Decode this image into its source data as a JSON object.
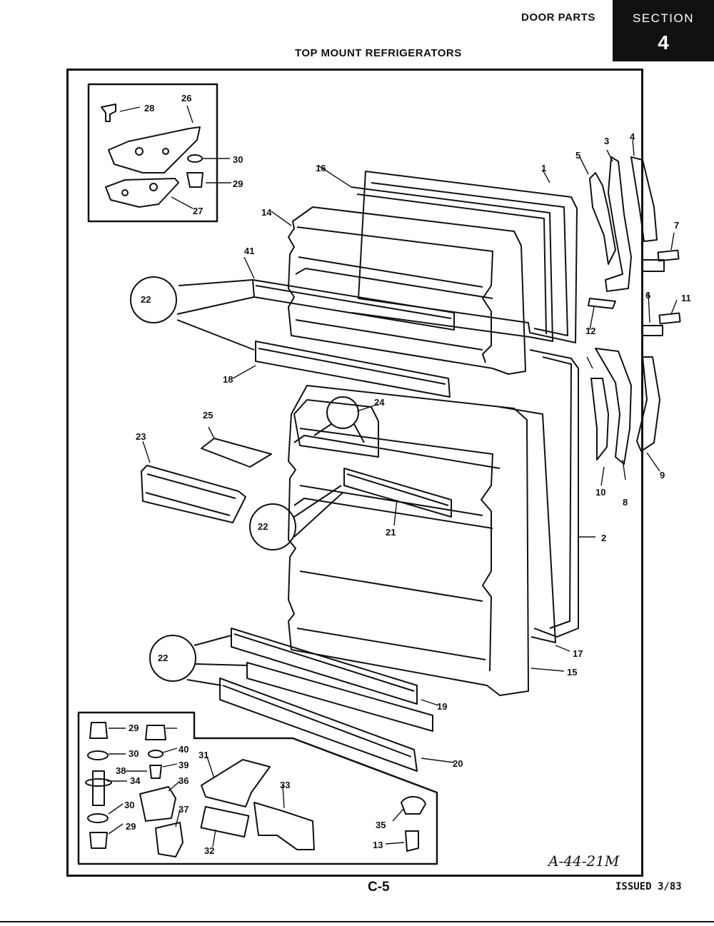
{
  "header": {
    "door_parts": "DOOR PARTS",
    "top_mount": "TOP MOUNT REFRIGERATORS",
    "section_word": "SECTION",
    "section_number": "4"
  },
  "footer": {
    "page": "C-5",
    "issued": "ISSUED 3/83",
    "drawing_no": "A-44-21M"
  },
  "callouts": [
    "1",
    "2",
    "3",
    "4",
    "5",
    "6",
    "7",
    "8",
    "9",
    "10",
    "11",
    "12",
    "13",
    "14",
    "15",
    "16",
    "17",
    "18",
    "19",
    "20",
    "21",
    "22",
    "23",
    "24",
    "25",
    "26",
    "27",
    "28",
    "29",
    "30",
    "31",
    "32",
    "33",
    "34",
    "35",
    "36",
    "37",
    "38",
    "39",
    "40",
    "41"
  ]
}
